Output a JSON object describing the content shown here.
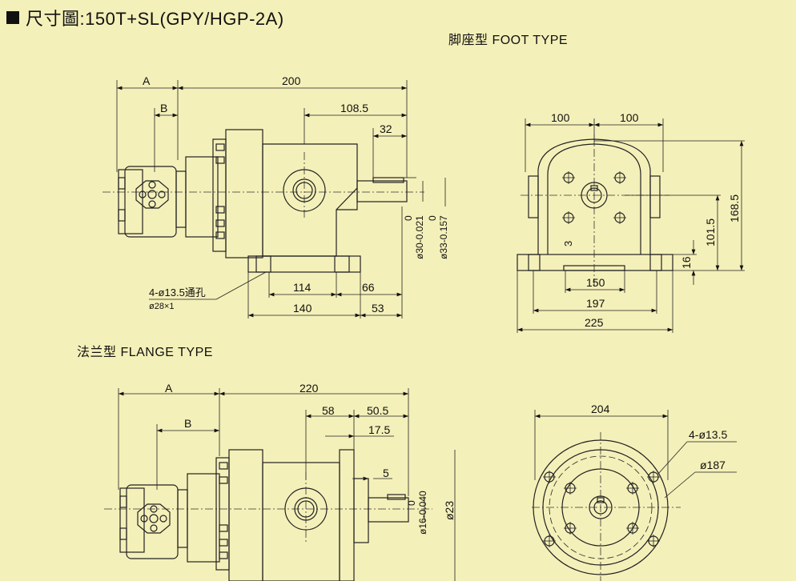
{
  "title": {
    "marker": "■",
    "text": "尺寸圖:150T+SL(GPY/HGP-2A)"
  },
  "foot": {
    "label": "脚座型 FOOT  TYPE",
    "dims": {
      "A": "A",
      "B": "B",
      "d200": "200",
      "d108_5": "108.5",
      "d32": "32",
      "phi30": "ø30-0.021",
      "phi30_zero": "0",
      "phi33": "ø33-0.157",
      "phi33_zero": "0",
      "holes": "4-ø13.5通孔",
      "holes2": "ø28×1",
      "d114": "114",
      "d66": "66",
      "d140": "140",
      "d53": "53",
      "d100a": "100",
      "d100b": "100",
      "d168_5": "168.5",
      "d101_5": "101.5",
      "d3": "3",
      "d16": "16",
      "d150": "150",
      "d197": "197",
      "d225": "225"
    }
  },
  "flange": {
    "label": "法兰型 FLANGE TYPE",
    "dims": {
      "A": "A",
      "B": "B",
      "d220": "220",
      "d58": "58",
      "d50_5": "50.5",
      "d17_5": "17.5",
      "d5": "5",
      "phi16": "ø16-0.040",
      "phi16_zero": "0",
      "phi23": "ø23",
      "d204": "204",
      "holes": "4-ø13.5",
      "phi187": "ø187"
    }
  }
}
